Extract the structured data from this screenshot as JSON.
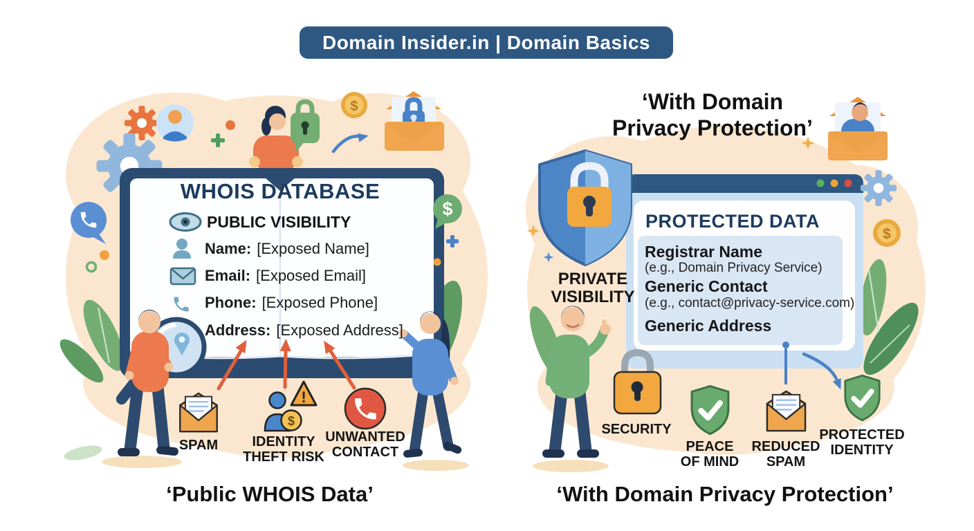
{
  "banner": {
    "title": "Domain Insider.in | Domain Basics"
  },
  "left_panel": {
    "book": {
      "title": "WHOIS DATABASE",
      "visibility_label": "PUBLIC VISIBILITY",
      "fields": [
        {
          "label": "Name:",
          "value": "[Exposed Name]"
        },
        {
          "label": "Email:",
          "value": "[Exposed Email]"
        },
        {
          "label": "Phone:",
          "value": "[Exposed Phone]"
        },
        {
          "label": "Address:",
          "value": "[Exposed Address]"
        }
      ]
    },
    "risks": [
      {
        "label": "SPAM"
      },
      {
        "label": "IDENTITY THEFT RISK"
      },
      {
        "label": "UNWANTED CONTACT"
      }
    ],
    "caption": "‘Public WHOIS Data’"
  },
  "right_panel": {
    "heading_line1": "‘With Domain",
    "heading_line2": "Privacy Protection’",
    "visibility_label": "PRIVATE VISIBILITY",
    "window": {
      "title": "PROTECTED DATA",
      "fields": [
        {
          "label": "Registrar Name",
          "example": "(e.g., Domain Privacy Service)"
        },
        {
          "label": "Generic Contact",
          "example": "(e.g., contact@privacy-service.com)"
        },
        {
          "label": "Generic Address"
        }
      ]
    },
    "benefits": [
      {
        "label": "SECURITY"
      },
      {
        "label": "PEACE OF MIND"
      },
      {
        "label": "REDUCED SPAM"
      },
      {
        "label": "PROTECTED IDENTITY"
      }
    ],
    "caption": "‘With Domain Privacy Protection’"
  },
  "glyphs": {
    "dollar": "$",
    "exclamation": "!"
  },
  "colors": {
    "banner_blue": "#2e5781",
    "navy_text": "#1d3a5f",
    "peach": "#fbe7cf",
    "orange": "#ec7a4e",
    "gold": "#f0a844",
    "steel_blue": "#74a8c2",
    "accent_blue": "#4a82c8",
    "green": "#6cab72",
    "red": "#e05843",
    "window_blue": "#cbdff2"
  }
}
